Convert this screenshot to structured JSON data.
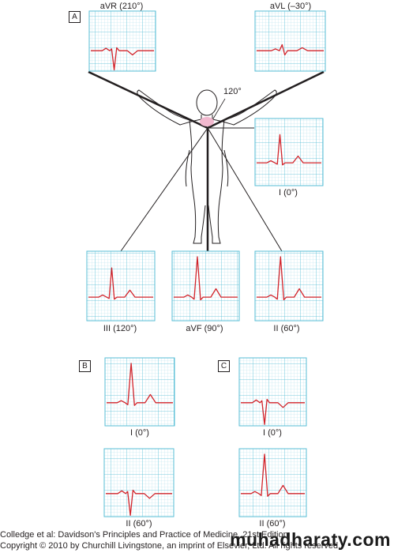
{
  "colors": {
    "grid_minor": "#b7e3ee",
    "grid_major": "#57bed6",
    "trace": "#d2232a",
    "body_outline": "#231f20",
    "heart_fill": "#f2b9cf",
    "axis_line": "#231f20"
  },
  "panel_a": {
    "badge": "A",
    "angle_label": "120°",
    "leads": {
      "avr": {
        "label": "aVR (210°)",
        "waveform": "negative"
      },
      "avl": {
        "label": "aVL (–30°)",
        "waveform": "small-biphasic"
      },
      "i": {
        "label": "I (0°)",
        "waveform": "positive"
      },
      "iii": {
        "label": "III (120°)",
        "waveform": "positive"
      },
      "avf": {
        "label": "aVF (90°)",
        "waveform": "tall-positive"
      },
      "ii": {
        "label": "II (60°)",
        "waveform": "tall-positive"
      }
    }
  },
  "panel_b": {
    "badge": "B",
    "leads": {
      "i": {
        "label": "I (0°)",
        "waveform": "tall-positive"
      },
      "ii": {
        "label": "II (60°)",
        "waveform": "negative"
      }
    }
  },
  "panel_c": {
    "badge": "C",
    "leads": {
      "i": {
        "label": "I (0°)",
        "waveform": "negative"
      },
      "ii": {
        "label": "II (60°)",
        "waveform": "tall-positive"
      }
    }
  },
  "credit": {
    "line1": "Colledge et al: Davidson's Principles and Practice of Medicine, 21st Edition",
    "line2": "Copyright © 2010 by Churchill Livingstone, an imprint of Elsevier, Ltd. All rights reserved."
  },
  "watermark": "muhadharaty.com"
}
